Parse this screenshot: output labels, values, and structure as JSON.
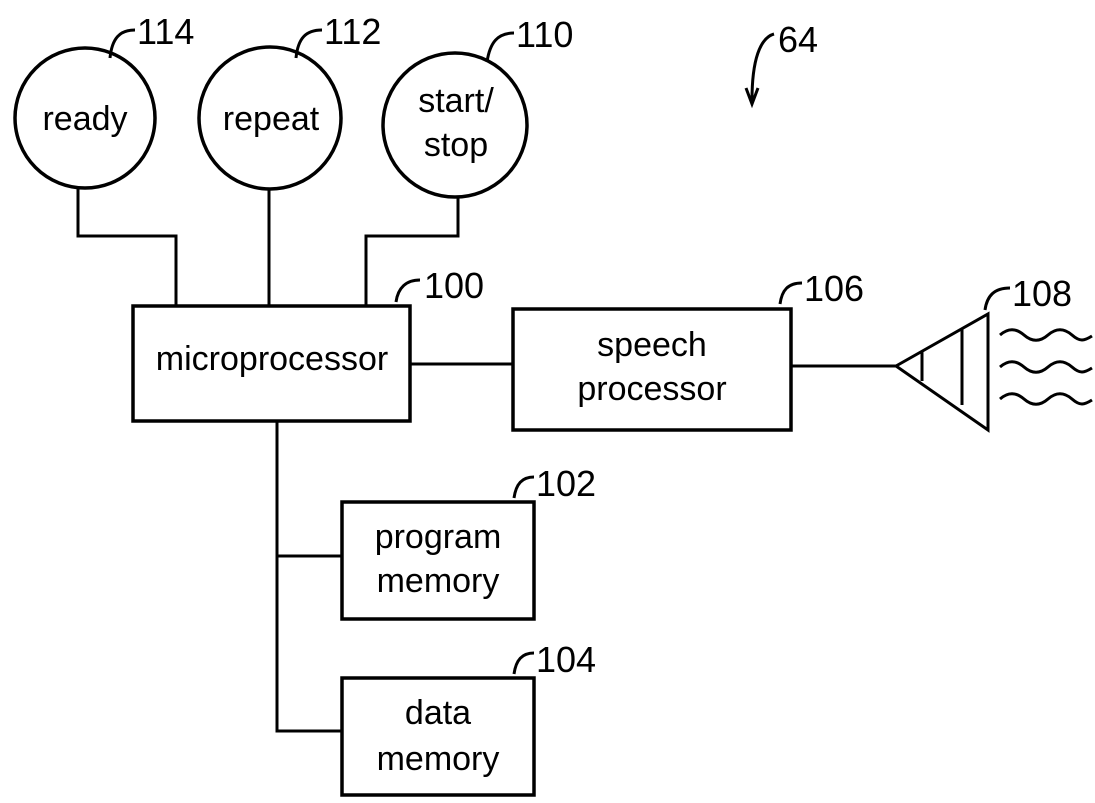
{
  "figure_number": "64",
  "buttons": [
    {
      "ref": "114",
      "lines": [
        "ready"
      ]
    },
    {
      "ref": "112",
      "lines": [
        "repeat"
      ]
    },
    {
      "ref": "110",
      "lines": [
        "start/",
        "stop"
      ]
    }
  ],
  "microprocessor": {
    "ref": "100",
    "lines": [
      "microprocessor"
    ]
  },
  "speech_processor": {
    "ref": "106",
    "lines": [
      "speech",
      "processor"
    ]
  },
  "speaker": {
    "ref": "108"
  },
  "program_memory": {
    "ref": "102",
    "lines": [
      "program",
      "memory"
    ]
  },
  "data_memory": {
    "ref": "104",
    "lines": [
      "data",
      "memory"
    ]
  }
}
